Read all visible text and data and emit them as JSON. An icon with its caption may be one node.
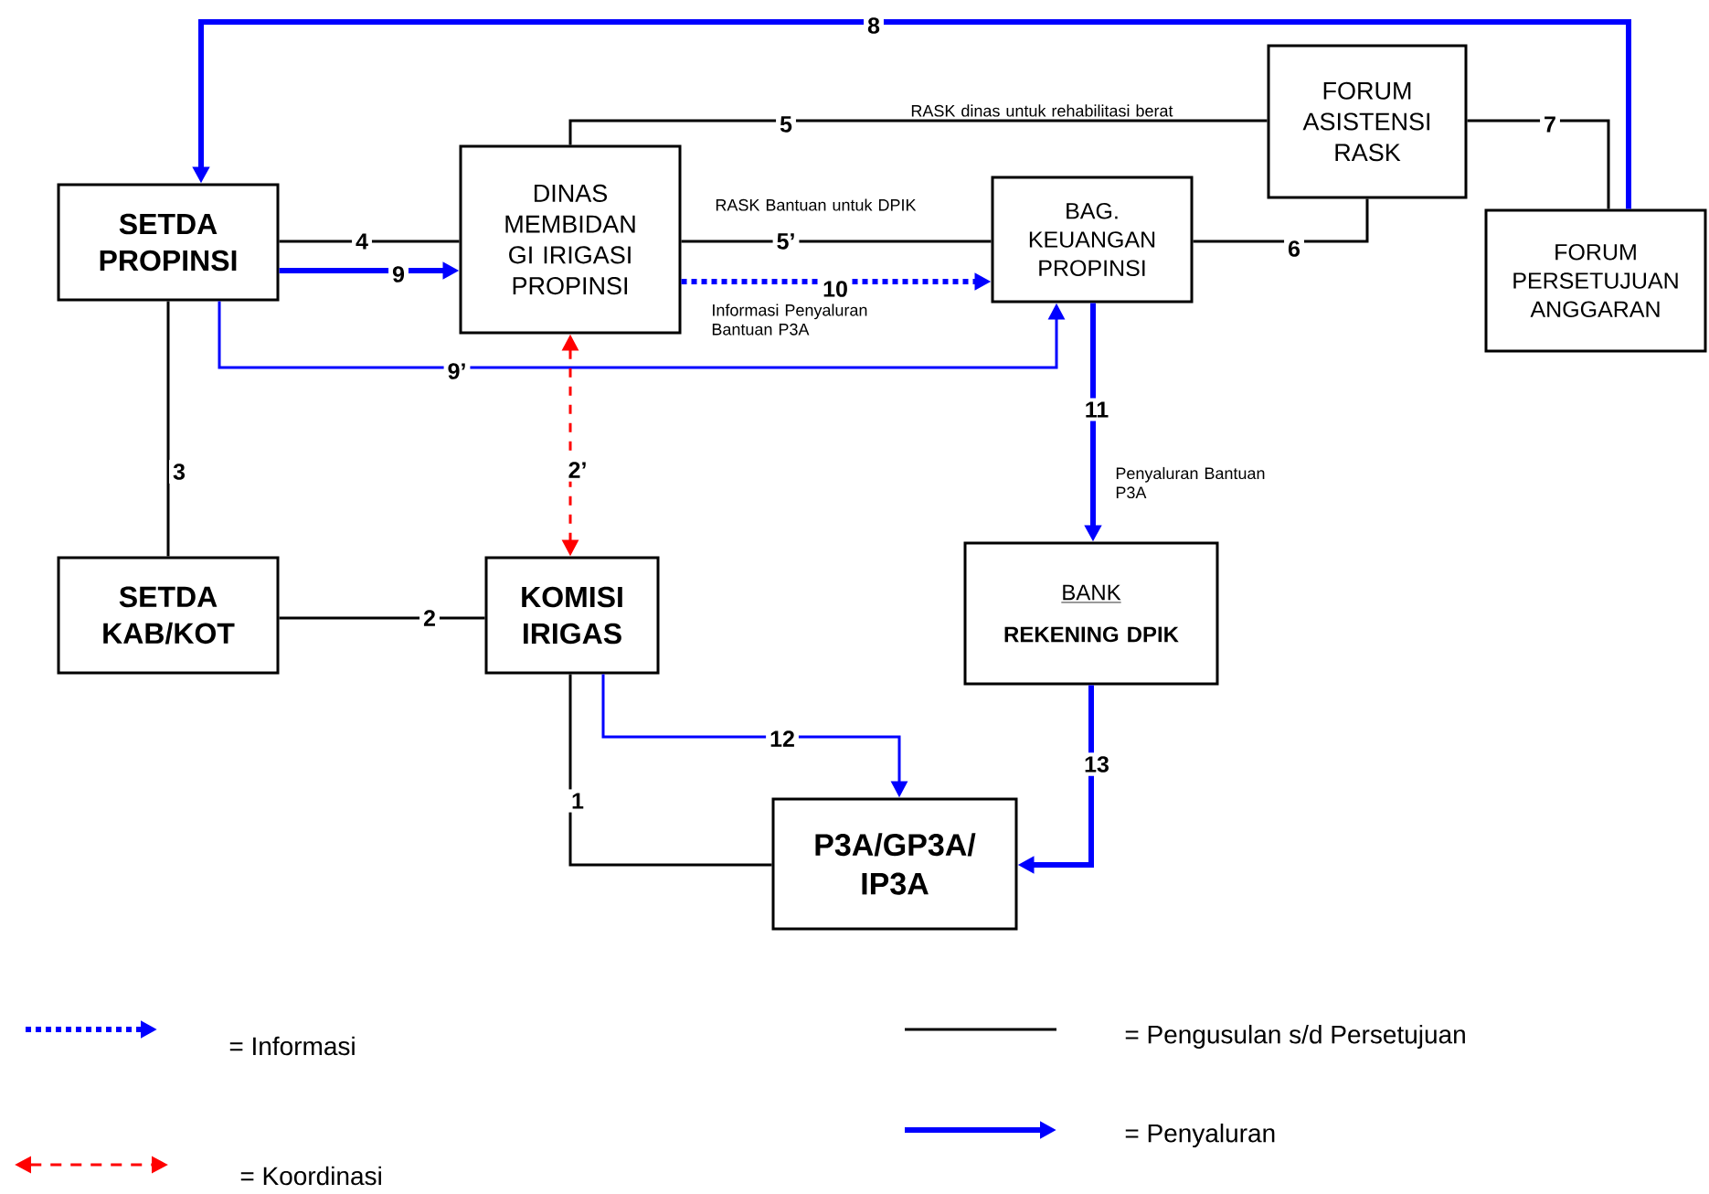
{
  "diagram": {
    "nodes": [
      {
        "text": [
          "SETDA PROPINSI"
        ]
      },
      {
        "text": [
          "DINAS MEMBIDAN GI IRIGASI PROPINSI"
        ]
      },
      {
        "text": [
          "FORUM ASISTENSI RASK"
        ]
      },
      {
        "text": [
          "BAG. KEUANGAN PROPINSI"
        ]
      },
      {
        "text": [
          "FORUM PERSETUJUAN ANGGARAN"
        ]
      },
      {
        "text": [
          "SETDA KAB/KOT"
        ]
      },
      {
        "text": [
          "KOMISI IRIGAS"
        ]
      },
      {
        "text": [
          "BANK",
          "REKENING DPIK"
        ]
      },
      {
        "text": [
          "P3A/GP3A/ IP3A"
        ]
      }
    ],
    "edges": [
      {
        "from": 4,
        "to": 0,
        "arrow": "to",
        "label": "8",
        "style": "thick",
        "color": "#0000ff"
      },
      {
        "from": 1,
        "to": 2,
        "arrow": "none",
        "label": "5"
      },
      {
        "from": 0,
        "to": 1,
        "arrow": "none",
        "label": "4"
      },
      {
        "from": 1,
        "to": 3,
        "arrow": "none",
        "label": "5’"
      },
      {
        "from": 0,
        "to": 1,
        "arrow": "to",
        "label": "9",
        "style": "thick",
        "color": "#0000ff"
      },
      {
        "from": 1,
        "to": 3,
        "arrow": "to",
        "label": "10",
        "style": "dashed",
        "color": "#0000ff"
      },
      {
        "from": 0,
        "to": 3,
        "arrow": "to",
        "label": "9’",
        "color": "#0000ff"
      },
      {
        "from": 3,
        "to": 2,
        "arrow": "none",
        "label": "6"
      },
      {
        "from": 2,
        "to": 4,
        "arrow": "none",
        "label": "7"
      },
      {
        "from": 1,
        "to": 6,
        "arrow": "both",
        "label": "2’",
        "style": "dashed",
        "color": "#ff0000"
      },
      {
        "from": 0,
        "to": 5,
        "arrow": "none",
        "label": "3"
      },
      {
        "from": 5,
        "to": 6,
        "arrow": "none",
        "label": "2"
      },
      {
        "from": 3,
        "to": 7,
        "arrow": "to",
        "label": "11",
        "style": "thick",
        "color": "#0000ff"
      },
      {
        "from": 6,
        "to": 8,
        "arrow": "to",
        "label": "12",
        "color": "#0000ff"
      },
      {
        "from": 6,
        "to": 8,
        "arrow": "none",
        "label": "1"
      },
      {
        "from": 7,
        "to": 8,
        "arrow": "to",
        "label": "13",
        "style": "thick",
        "color": "#0000ff"
      }
    ],
    "labels": [
      "RASK  dinas untuk rehabilitasi berat",
      "RASK Bantuan untuk DPIK",
      "Informasi Penyaluran Bantuan P3A",
      "Penyaluran Bantuan P3A"
    ],
    "legend": [
      {
        "text": "= Informasi"
      },
      {
        "text": "= Koordinasi"
      },
      {
        "text": "= Pengusulan s/d Persetujuan"
      },
      {
        "text": "= Penyaluran"
      }
    ]
  }
}
